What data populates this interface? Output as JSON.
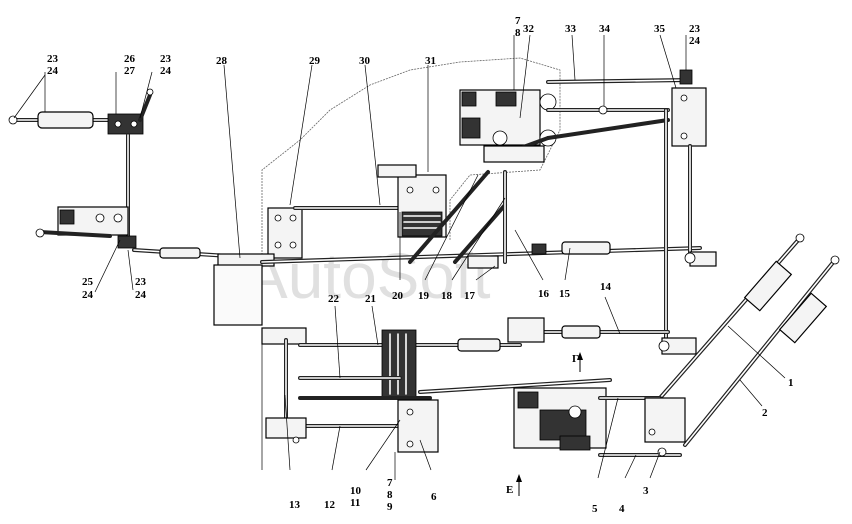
{
  "watermark": "AutoSoft",
  "labels": [
    {
      "id": "l1",
      "text": "1"
    },
    {
      "id": "l2",
      "text": "2"
    },
    {
      "id": "l3",
      "text": "3"
    },
    {
      "id": "l4",
      "text": "4"
    },
    {
      "id": "l5",
      "text": "5"
    },
    {
      "id": "l6",
      "text": "6"
    },
    {
      "id": "l7a",
      "text": "7"
    },
    {
      "id": "l8a",
      "text": "8"
    },
    {
      "id": "l9",
      "text": "9"
    },
    {
      "id": "l10",
      "text": "10"
    },
    {
      "id": "l11",
      "text": "11"
    },
    {
      "id": "l12",
      "text": "12"
    },
    {
      "id": "l13",
      "text": "13"
    },
    {
      "id": "l14",
      "text": "14"
    },
    {
      "id": "l15",
      "text": "15"
    },
    {
      "id": "l16",
      "text": "16"
    },
    {
      "id": "l17",
      "text": "17"
    },
    {
      "id": "l18",
      "text": "18"
    },
    {
      "id": "l19",
      "text": "19"
    },
    {
      "id": "l20",
      "text": "20"
    },
    {
      "id": "l21",
      "text": "21"
    },
    {
      "id": "l22",
      "text": "22"
    },
    {
      "id": "l23a",
      "text": "23"
    },
    {
      "id": "l24a",
      "text": "24"
    },
    {
      "id": "l23b",
      "text": "23"
    },
    {
      "id": "l24b",
      "text": "24"
    },
    {
      "id": "l23c",
      "text": "23"
    },
    {
      "id": "l24c",
      "text": "24"
    },
    {
      "id": "l23d",
      "text": "23"
    },
    {
      "id": "l24d",
      "text": "24"
    },
    {
      "id": "l25",
      "text": "25"
    },
    {
      "id": "l24e",
      "text": "24"
    },
    {
      "id": "l26",
      "text": "26"
    },
    {
      "id": "l27",
      "text": "27"
    },
    {
      "id": "l28",
      "text": "28"
    },
    {
      "id": "l29",
      "text": "29"
    },
    {
      "id": "l30",
      "text": "30"
    },
    {
      "id": "l31",
      "text": "31"
    },
    {
      "id": "l7b",
      "text": "7"
    },
    {
      "id": "l8b",
      "text": "8"
    },
    {
      "id": "l32",
      "text": "32"
    },
    {
      "id": "l33",
      "text": "33"
    },
    {
      "id": "l34",
      "text": "34"
    },
    {
      "id": "l35",
      "text": "35"
    },
    {
      "id": "lG",
      "text": "Г"
    },
    {
      "id": "lE",
      "text": "Е"
    }
  ]
}
